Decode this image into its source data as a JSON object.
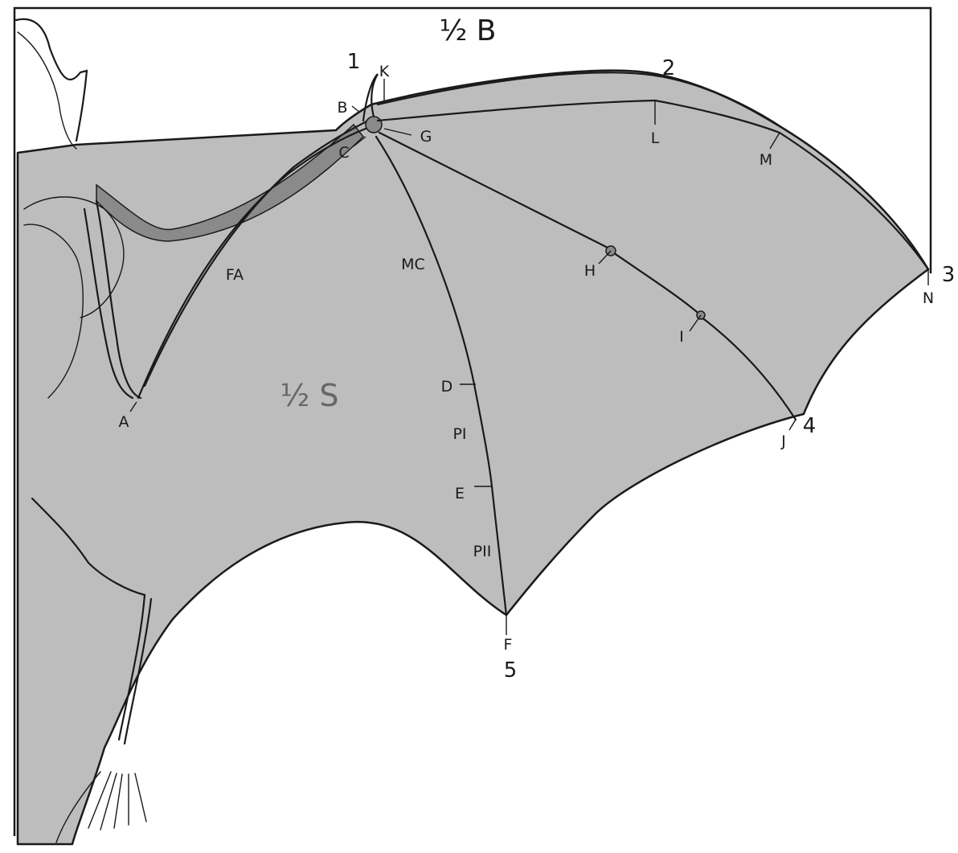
{
  "labels": {
    "half_b": "½ B",
    "half_s": "½ S",
    "digit_1": "1",
    "digit_2": "2",
    "digit_3": "3",
    "digit_4": "4",
    "digit_5": "5",
    "A": "A",
    "B": "B",
    "C": "C",
    "D": "D",
    "E": "E",
    "F": "F",
    "G": "G",
    "H": "H",
    "I": "I",
    "J": "J",
    "K": "K",
    "L": "L",
    "M": "M",
    "N": "N",
    "FA": "FA",
    "MC": "MC",
    "PI": "PI",
    "PII": "PII"
  },
  "colors": {
    "membrane": "#bdbdbd",
    "ink": "#1a1a1a",
    "background": "#ffffff"
  }
}
